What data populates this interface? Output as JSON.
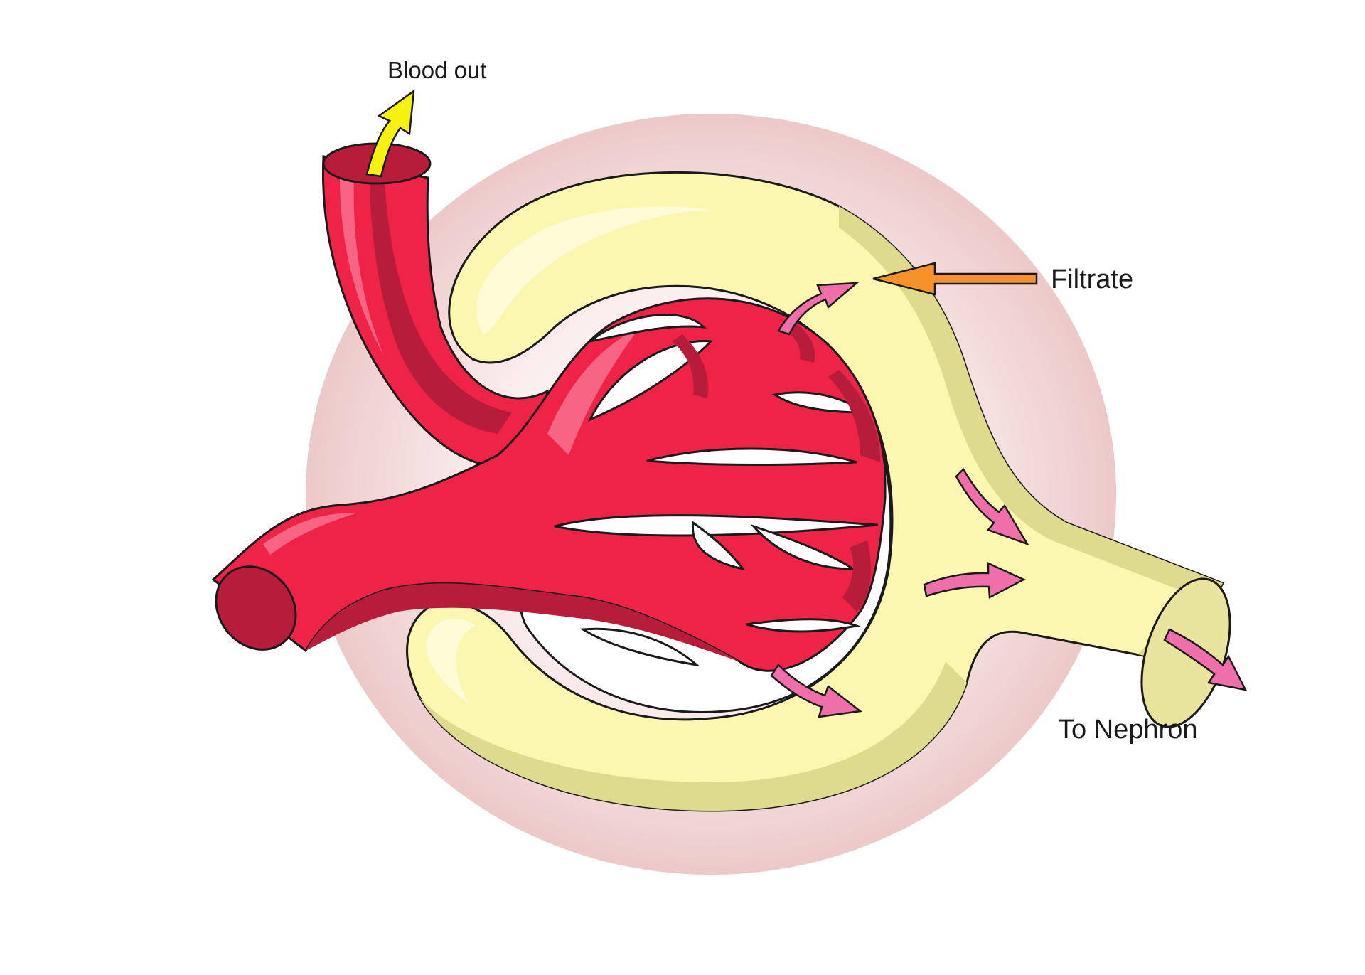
{
  "labels": {
    "blood_out": "Blood out",
    "filtrate": "Filtrate",
    "to_nephron": "To Nephron"
  },
  "colors": {
    "background": "#ffffff",
    "capsule_halo": "#ecc9c9",
    "bowman_capsule": "#fbf6b0",
    "bowman_shadow": "#dfdb8e",
    "bowman_highlight": "#fffbd6",
    "vessel": "#ee2347",
    "vessel_dark": "#b81c3b",
    "vessel_highlight": "#f86584",
    "outline": "#1a1a1a",
    "arrow_blood_out": "#f5f20f",
    "arrow_filtrate": "#f5932a",
    "arrow_flow": "#ee6fa9"
  },
  "icons": {
    "blood_out_arrow": "yellow-arrow-up",
    "filtrate_arrow": "orange-arrow-left",
    "flow_arrows": "pink-arrow"
  }
}
